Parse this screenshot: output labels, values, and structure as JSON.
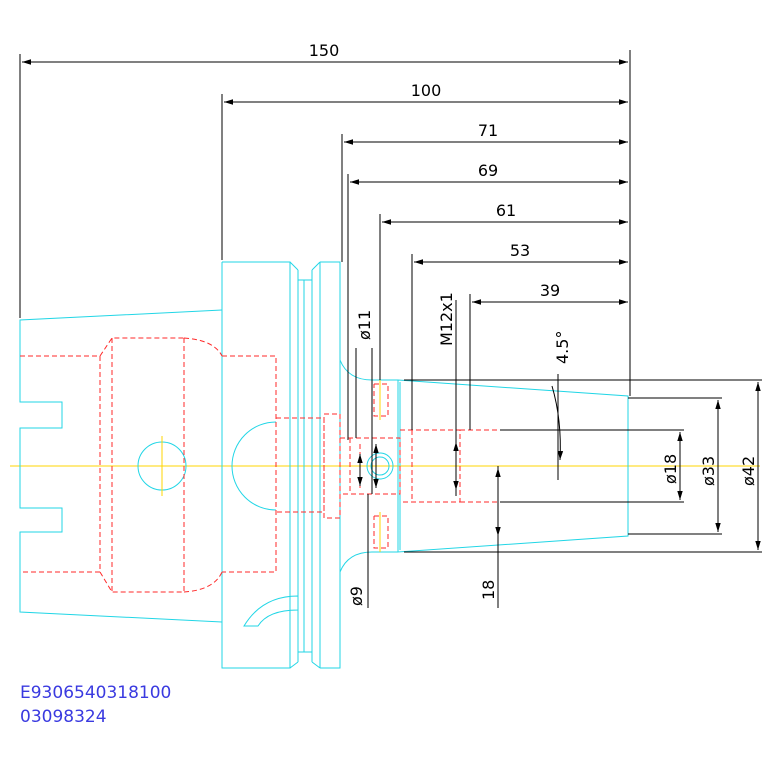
{
  "drawing": {
    "part_codes": [
      "E9306540318100",
      "03098324"
    ],
    "dimensions": {
      "length_150": "150",
      "length_100": "100",
      "length_71": "71",
      "length_69": "69",
      "length_61": "61",
      "length_53": "53",
      "length_39": "39",
      "dia_11": "ø11",
      "thread": "M12x1",
      "angle": "4.5°",
      "dia_18": "ø18",
      "dia_33": "ø33",
      "dia_42": "ø42",
      "dia_9": "ø9",
      "length_18": "18"
    },
    "colors": {
      "outline": "#22d6e6",
      "hidden": "#ff2a2a",
      "centerline": "#ffd400",
      "dimension": "#000000",
      "code_text": "#3a3ae0"
    }
  }
}
